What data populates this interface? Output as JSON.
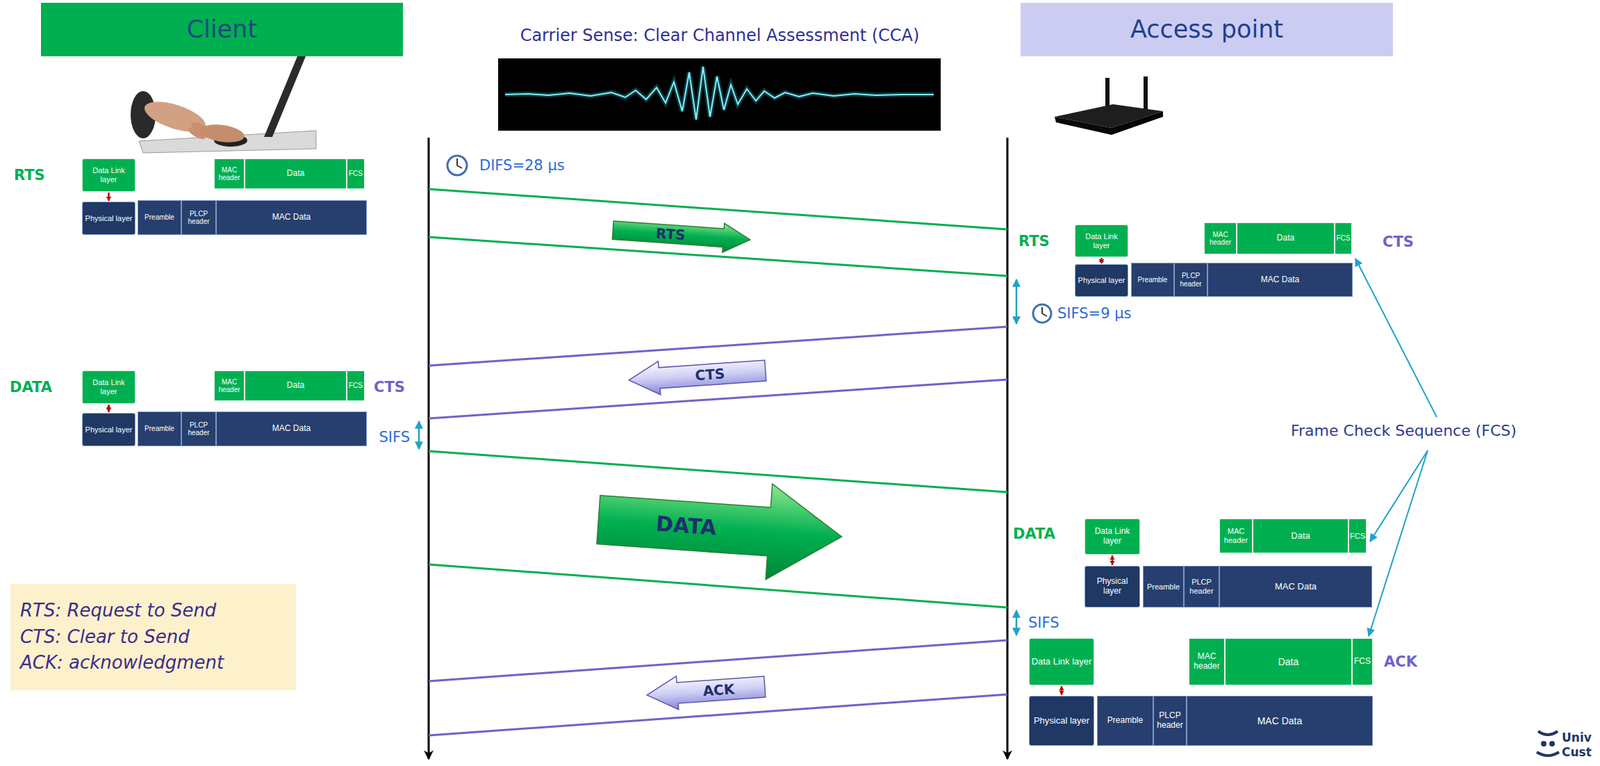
{
  "diagram": {
    "nodes": [
      {
        "text": [
          "Client"
        ]
      },
      {
        "text": [
          "Access point"
        ]
      },
      {
        "text": [
          "Data Link layer"
        ]
      },
      {
        "text": [
          "MAC header"
        ]
      },
      {
        "text": [
          "Data"
        ]
      },
      {
        "text": [
          "FCS"
        ]
      },
      {
        "text": [
          "Physical layer"
        ]
      },
      {
        "text": [
          "Preamble"
        ]
      },
      {
        "text": [
          "PLCP header"
        ]
      },
      {
        "text": [
          "MAC Data"
        ]
      },
      {
        "text": [
          "RTS"
        ]
      },
      {
        "text": [
          "Data Link layer"
        ]
      },
      {
        "text": [
          "MAC header"
        ]
      },
      {
        "text": [
          "Data"
        ]
      },
      {
        "text": [
          "FCS"
        ]
      },
      {
        "text": [
          "Physical layer"
        ]
      },
      {
        "text": [
          "Preamble"
        ]
      },
      {
        "text": [
          "PLCP header"
        ]
      },
      {
        "text": [
          "MAC Data"
        ]
      },
      {
        "text": [
          "CTS"
        ]
      },
      {
        "text": [
          "Data Link layer"
        ]
      },
      {
        "text": [
          "MAC header"
        ]
      },
      {
        "text": [
          "Data"
        ]
      },
      {
        "text": [
          "FCS"
        ]
      },
      {
        "text": [
          "Physical layer"
        ]
      },
      {
        "text": [
          "Preamble"
        ]
      },
      {
        "text": [
          "PLCP header"
        ]
      },
      {
        "text": [
          "MAC Data"
        ]
      },
      {
        "text": [
          "DATA"
        ]
      },
      {
        "text": [
          "Data Link layer"
        ]
      },
      {
        "text": [
          "MAC header"
        ]
      },
      {
        "text": [
          "Data"
        ]
      },
      {
        "text": [
          "FCS"
        ]
      },
      {
        "text": [
          "Physical layer"
        ]
      },
      {
        "text": [
          "Preamble"
        ]
      },
      {
        "text": [
          "PLCP header"
        ]
      },
      {
        "text": [
          "MAC Data"
        ]
      },
      {
        "text": [
          "Data Link layer"
        ]
      },
      {
        "text": [
          "MAC header"
        ]
      },
      {
        "text": [
          "Data"
        ]
      },
      {
        "text": [
          "FCS"
        ]
      },
      {
        "text": [
          "Physical layer"
        ]
      },
      {
        "text": [
          "Preamble"
        ]
      },
      {
        "text": [
          "PLCP header"
        ]
      },
      {
        "text": [
          "MAC Data"
        ]
      },
      {
        "text": [
          "ACK"
        ]
      },
      {
        "text": [
          "RTS: Request to Send",
          "CTS: Clear to Send",
          "ACK: acknowledgment"
        ]
      }
    ],
    "edges": [
      {
        "from": 2,
        "to": 6,
        "arrow": "to"
      },
      {
        "from": 11,
        "to": 15,
        "arrow": "both"
      },
      {
        "from": 20,
        "to": 24,
        "arrow": "both"
      },
      {
        "from": 29,
        "to": 33,
        "arrow": "both"
      },
      {
        "from": 37,
        "to": 41,
        "arrow": "both"
      }
    ],
    "labels": [
      "Carrier Sense: Clear Channel Assessment (CCA)",
      "RTS",
      "DIFS=28 µs",
      "RTS",
      "CTS",
      "SIFS=9 µs",
      "DATA",
      "CTS",
      "SIFS",
      "Frame Check Sequence (FCS)",
      "DATA",
      "SIFS",
      "ACK",
      "Univ",
      "Cust"
    ]
  }
}
